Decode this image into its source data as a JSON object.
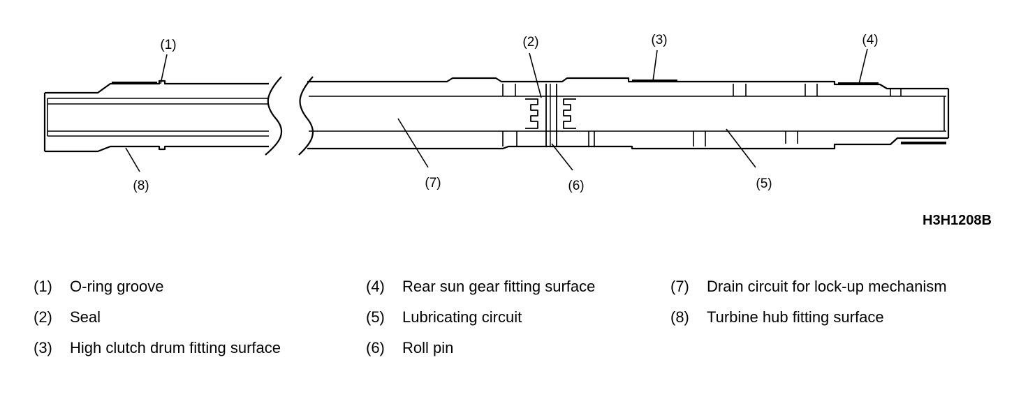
{
  "figure": {
    "code": "H3H1208B",
    "callouts": [
      "(1)",
      "(2)",
      "(3)",
      "(4)",
      "(5)",
      "(6)",
      "(7)",
      "(8)"
    ]
  },
  "legend": {
    "columns": [
      [
        {
          "num": "(1)",
          "label": "O-ring groove"
        },
        {
          "num": "(2)",
          "label": "Seal"
        },
        {
          "num": "(3)",
          "label": "High clutch drum fitting surface"
        }
      ],
      [
        {
          "num": "(4)",
          "label": "Rear sun gear fitting surface"
        },
        {
          "num": "(5)",
          "label": "Lubricating circuit"
        },
        {
          "num": "(6)",
          "label": "Roll pin"
        }
      ],
      [
        {
          "num": "(7)",
          "label": "Drain circuit for lock-up mechanism"
        },
        {
          "num": "(8)",
          "label": "Turbine hub fitting surface"
        }
      ]
    ]
  }
}
